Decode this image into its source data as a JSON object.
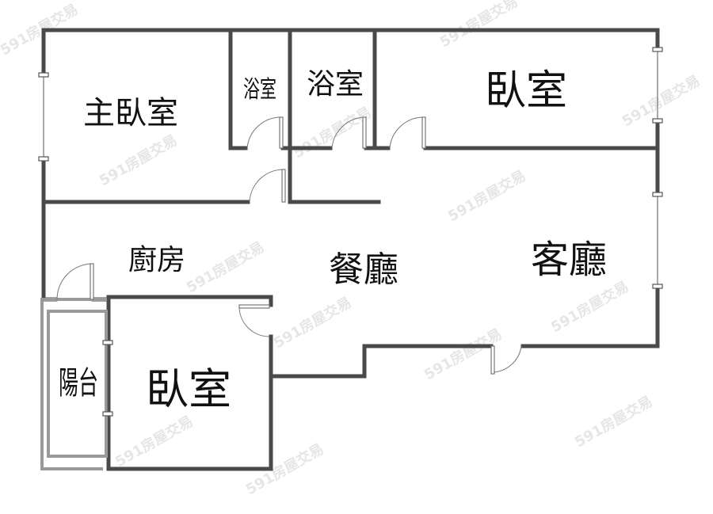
{
  "watermark": "591房屋交易",
  "rooms": {
    "master_bedroom": "主臥室",
    "bath_small": "浴室",
    "bath": "浴室",
    "bedroom_top_right": "臥室",
    "kitchen": "廚房",
    "dining": "餐廳",
    "living": "客廳",
    "balcony": "陽台",
    "bedroom_bottom": "臥室"
  }
}
